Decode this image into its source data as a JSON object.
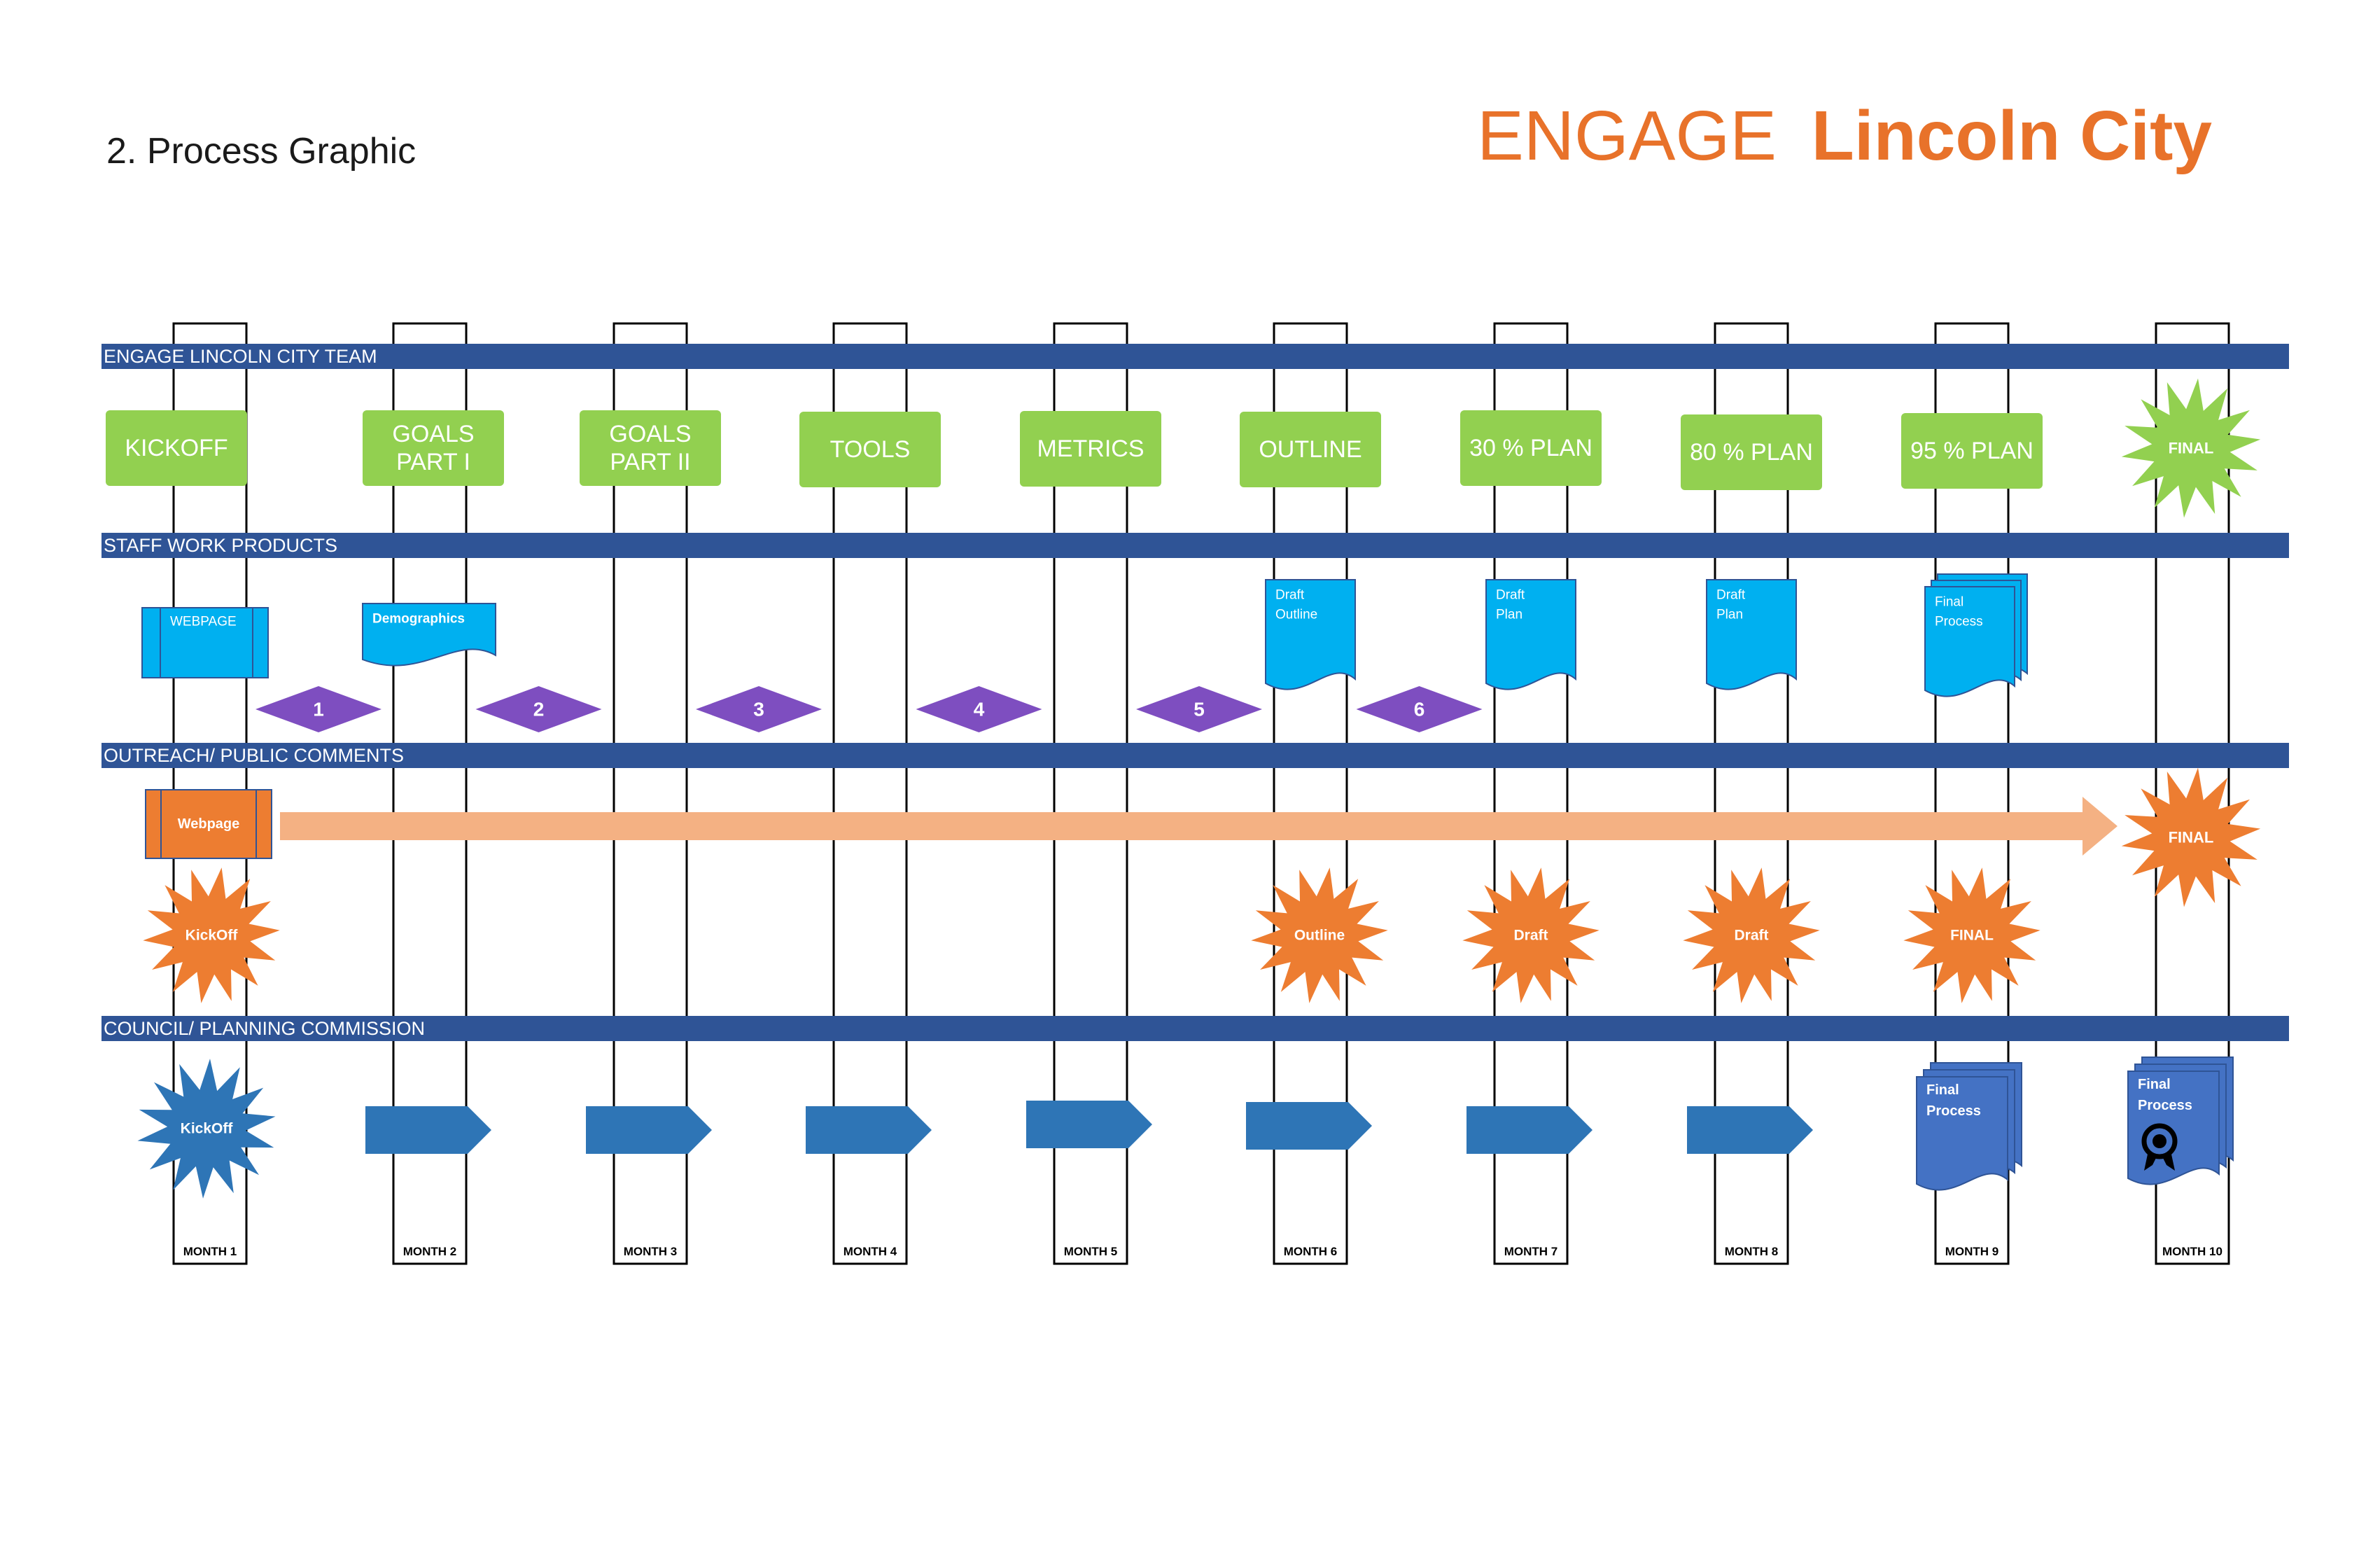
{
  "page_heading": "2.  Process Graphic",
  "brand": {
    "word1": "ENGAGE",
    "word2": "Lincoln City",
    "color": "#E8722A"
  },
  "colors": {
    "lane_band": "#2F5496",
    "phase_green": "#92D050",
    "product_blue": "#00B0F0",
    "diamond_purple": "#7E4EC0",
    "outreach_orange": "#ED7D31",
    "arrow_peach": "#F4B183",
    "council_blue": "#2E75B6",
    "doc_blue": "#4472C4"
  },
  "lanes": [
    "ENGAGE LINCOLN CITY TEAM",
    "STAFF WORK PRODUCTS",
    "OUTREACH/ PUBLIC COMMENTS",
    "COUNCIL/ PLANNING COMMISSION"
  ],
  "months": [
    "MONTH 1",
    "MONTH 2",
    "MONTH 3",
    "MONTH 4",
    "MONTH 5",
    "MONTH 6",
    "MONTH 7",
    "MONTH 8",
    "MONTH 9",
    "MONTH 10"
  ],
  "team_phases": [
    {
      "label": [
        "KICKOFF"
      ],
      "shape": "box"
    },
    {
      "label": [
        "GOALS",
        "PART I"
      ],
      "shape": "box"
    },
    {
      "label": [
        "GOALS",
        "PART II"
      ],
      "shape": "box"
    },
    {
      "label": [
        "TOOLS"
      ],
      "shape": "box"
    },
    {
      "label": [
        "METRICS"
      ],
      "shape": "box"
    },
    {
      "label": [
        "OUTLINE"
      ],
      "shape": "box"
    },
    {
      "label": [
        "30 % PLAN"
      ],
      "shape": "box"
    },
    {
      "label": [
        "80 % PLAN"
      ],
      "shape": "box"
    },
    {
      "label": [
        "95 % PLAN"
      ],
      "shape": "box"
    },
    {
      "label": [
        "FINAL"
      ],
      "shape": "starburst"
    }
  ],
  "staff_products": [
    {
      "month": 1,
      "label": [
        "WEBPAGE"
      ],
      "shape": "predefined-process"
    },
    {
      "month": 2,
      "label": [
        "Demographics"
      ],
      "shape": "document"
    },
    {
      "month": 6,
      "label": [
        "Draft",
        "Outline"
      ],
      "shape": "document"
    },
    {
      "month": 7,
      "label": [
        "Draft",
        "Plan"
      ],
      "shape": "document"
    },
    {
      "month": 8,
      "label": [
        "Draft",
        "Plan"
      ],
      "shape": "document"
    },
    {
      "month": 9,
      "label": [
        "Final",
        "Process"
      ],
      "shape": "multi-document"
    }
  ],
  "review_steps": [
    "1",
    "2",
    "3",
    "4",
    "5",
    "6"
  ],
  "outreach_items": [
    {
      "month": 1,
      "label": "Webpage",
      "shape": "predefined-process"
    },
    {
      "month": 10,
      "label": "FINAL",
      "shape": "starburst"
    }
  ],
  "outreach_events": [
    {
      "month": 1,
      "label": "KickOff"
    },
    {
      "month": 6,
      "label": "Outline"
    },
    {
      "month": 7,
      "label": "Draft"
    },
    {
      "month": 8,
      "label": "Draft"
    },
    {
      "month": 9,
      "label": "FINAL"
    }
  ],
  "council_items": [
    {
      "month": 1,
      "label": [
        "KickOff"
      ],
      "shape": "starburst"
    },
    {
      "month": 2,
      "label": [],
      "shape": "pentagon-arrow"
    },
    {
      "month": 3,
      "label": [],
      "shape": "pentagon-arrow"
    },
    {
      "month": 4,
      "label": [],
      "shape": "pentagon-arrow"
    },
    {
      "month": 5,
      "label": [],
      "shape": "pentagon-arrow"
    },
    {
      "month": 6,
      "label": [],
      "shape": "pentagon-arrow"
    },
    {
      "month": 7,
      "label": [],
      "shape": "pentagon-arrow"
    },
    {
      "month": 8,
      "label": [],
      "shape": "pentagon-arrow"
    },
    {
      "month": 9,
      "label": [
        "Final",
        "Process"
      ],
      "shape": "multi-document"
    },
    {
      "month": 10,
      "label": [
        "Final",
        "Process"
      ],
      "shape": "multi-document",
      "icon": "award-ribbon-icon"
    }
  ]
}
